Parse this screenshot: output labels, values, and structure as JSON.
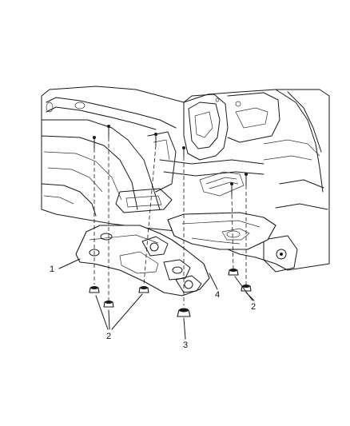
{
  "callouts": [
    {
      "id": "1",
      "label": "1"
    },
    {
      "id": "2a",
      "label": "2"
    },
    {
      "id": "2b",
      "label": "2"
    },
    {
      "id": "3",
      "label": "3"
    },
    {
      "id": "4",
      "label": "4"
    }
  ]
}
